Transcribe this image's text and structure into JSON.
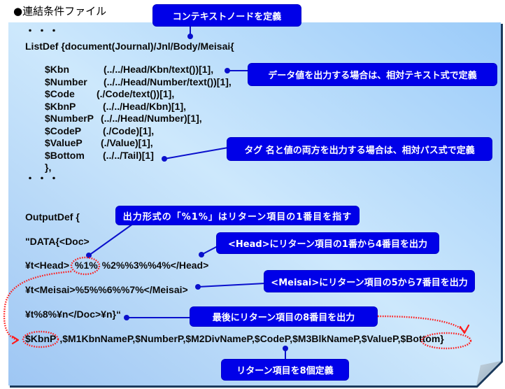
{
  "title": "●連結条件ファイル",
  "colors": {
    "callout_bg": "#0000e8",
    "callout_text": "#ffffff",
    "connector": "#0a10cc",
    "highlight_red": "#ff1a1a",
    "panel_light": "#cfe9fc",
    "panel_dark": "#9dcbf8",
    "panel_border": "#1b3a5c"
  },
  "code": {
    "dots_top": "・・・",
    "listdef": "ListDef {document(Journal)/Jnl/Body/Meisai{",
    "vars": [
      {
        "name": "$Kbn",
        "path": "(../../Head/Kbn/text())[1],"
      },
      {
        "name": "$Number",
        "path": "(../../Head/Number/text())[1],"
      },
      {
        "name": "$Code",
        "path": "(./Code/text())[1],"
      },
      {
        "name": "$KbnP",
        "path": "(../../Head/Kbn)[1],"
      },
      {
        "name": "$NumberP",
        "path": "(../../Head/Number)[1],"
      },
      {
        "name": "$CodeP",
        "path": "(./Code)[1],"
      },
      {
        "name": "$ValueP",
        "path": "(./Value)[1],"
      },
      {
        "name": "$Bottom",
        "path": "(../../Tail)[1]"
      }
    ],
    "listdef_close": "},",
    "dots_bottom": "・・・",
    "outputdef": "OutputDef  {",
    "data_doc": "\"DATA{<Doc>",
    "head_line": {
      "prefix": "¥t<Head>",
      "highlight": "%1%",
      "rest": "%2%%3%%4%</Head>"
    },
    "meisai_line": "¥t<Meisai>%5%%6%%7%</Meisai>",
    "tail_line": "¥t%8%¥n</Doc>¥n}“",
    "return_line": {
      "first": "$KbnP",
      "middle": ",$M1KbnNameP,$NumberP,$M2DivNameP,$CodeP,$M3BlkNameP,$ValueP,",
      "last": "$Bottom",
      "end": "}"
    }
  },
  "callouts": {
    "context": "コンテキストノードを定義",
    "text_expr": "データ値を出力する場合は、相対テキスト式で定義",
    "path_expr": "タグ 名と値の両方を出力する場合は、相対パス式で定義",
    "pct1": "出力形式の「%1%」はリターン項目の1番目を指す",
    "head": "<Head>にリターン項目の1番から4番目を出力",
    "meisai": "<Meisai>にリターン項目の5から7番目を出力",
    "last": "最後にリターン項目の8番目を出力",
    "eight": "リターン項目を8個定義"
  }
}
